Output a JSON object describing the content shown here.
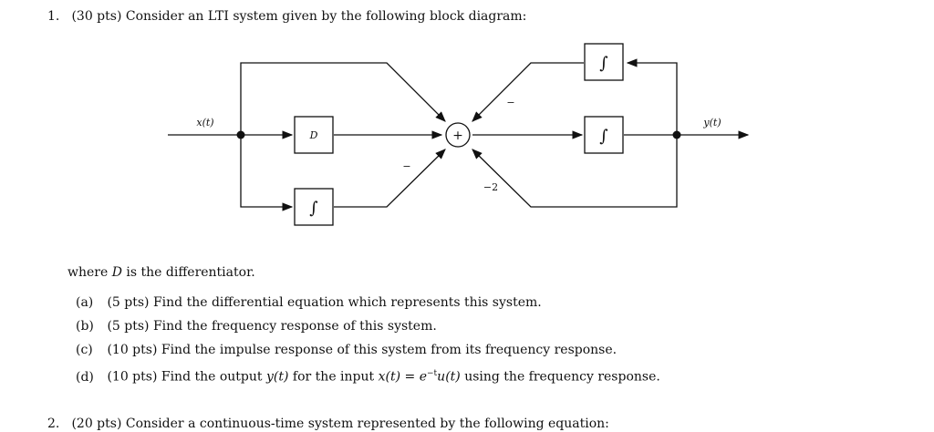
{
  "problem1": {
    "number": "1.",
    "text": "(30 pts) Consider an LTI system given by the following block diagram:"
  },
  "diagram": {
    "input_label": "x(t)",
    "output_label": "y(t)",
    "differentiator_label": "D",
    "integrator_symbol": "∫",
    "sum_symbol": "+",
    "sign_top_right": "−",
    "sign_bottom_left": "−",
    "gain_bottom_right": "−2"
  },
  "where_text": {
    "prefix": "where ",
    "var": "D",
    "suffix": " is the differentiator."
  },
  "parts": [
    {
      "label": "(a)",
      "text": "(5 pts) Find the differential equation which represents this system."
    },
    {
      "label": "(b)",
      "text": "(5 pts) Find the frequency response of this system."
    },
    {
      "label": "(c)",
      "text": "(10 pts) Find the impulse response of this system from its frequency response."
    },
    {
      "label": "(d)",
      "text": "(10 pts) Find the output y(t) for the input x(t) = e^{−t}u(t) using the frequency response."
    }
  ],
  "part_d_pieces": {
    "a": "(10 pts) Find the output ",
    "y": "y(t)",
    "b": " for the input ",
    "x": "x(t)",
    "c": " = ",
    "e": "e",
    "exp": "−t",
    "u": "u(t)",
    "d": " using the frequency response."
  },
  "problem2": {
    "number": "2.",
    "text": "(20 pts) Consider a continuous-time system represented by the following equation:"
  }
}
